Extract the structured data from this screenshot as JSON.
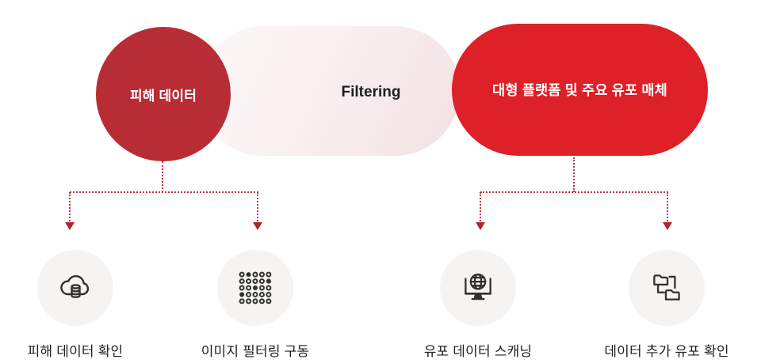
{
  "flow": {
    "source": {
      "label": "피해 데이터"
    },
    "process": {
      "label": "Filtering"
    },
    "target": {
      "label": "대형 플랫폼 및 주요 유포 매체"
    }
  },
  "steps": [
    {
      "icon": "cloud-database-icon",
      "label": "피해 데이터 확인"
    },
    {
      "icon": "dot-grid-icon",
      "label": "이미지 필터링 구동"
    },
    {
      "icon": "globe-monitor-icon",
      "label": "유포 데이터 스캐닝"
    },
    {
      "icon": "folder-network-icon",
      "label": "데이터 추가 유포 확인"
    }
  ],
  "colors": {
    "source_circle": "#B82D35",
    "target_pill": "#DE2028",
    "band_tint": "#F3E1E2",
    "connector": "#C0343D",
    "arrow": "#B0242C",
    "icon_circle_bg": "#F5F4F3",
    "icon_stroke": "#32322B",
    "text_dark": "#1F1F1F"
  }
}
